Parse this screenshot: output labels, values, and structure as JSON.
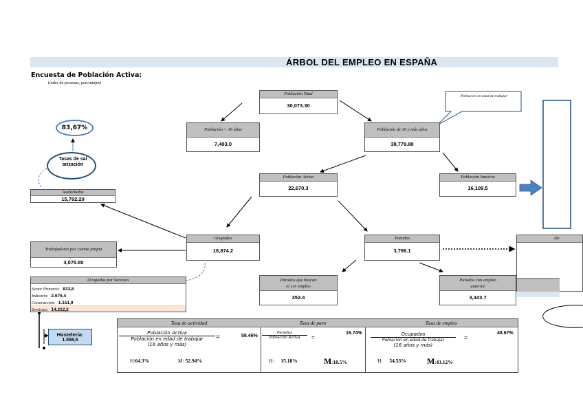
{
  "title": "ÁRBOL DEL EMPLEO EN ESPAÑA",
  "subtitle": "Encuesta de Población Activa:",
  "units": "(miles de personas, porcentajes)",
  "poblacion_total": {
    "label": "Población Total",
    "value": "30,073.30"
  },
  "menores_16": {
    "label": "Población < 16 años",
    "value": "7,403.0"
  },
  "mayores_16": {
    "label": "Población de 16 y más años",
    "value": "38,779.80"
  },
  "callout_edad": "Población en edad de trabajar",
  "poblacion_activa": {
    "label": "Población Activa",
    "value": "22,670.3"
  },
  "poblacion_inactiva": {
    "label": "Población Inactiva",
    "value": "16,109.5"
  },
  "ocupados": {
    "label": "Ocupados",
    "value": "18,874.2"
  },
  "parados": {
    "label": "Parados",
    "value": "3,796.1"
  },
  "parados_primer_empleo": {
    "label_1": "Parados que buscan",
    "label_2": "el 1er empleo",
    "value": "352.4"
  },
  "parados_con_empleo": {
    "label_1": "Parados con empleo",
    "label_2": "anterior",
    "value": "3,443.7"
  },
  "asalariados": {
    "label": "Asalariados",
    "value": "15,792.20"
  },
  "cuenta_propia": {
    "label": "Trabajadores por cuenta propia",
    "value": "3,075.80"
  },
  "sectores": {
    "label": "Ocupados por Sectores",
    "items": [
      {
        "name": "Sector Primario:",
        "value": "833,8"
      },
      {
        "name": "Industria:",
        "value": "2.676,4"
      },
      {
        "name": "Construcción:",
        "value": "1.151,9"
      },
      {
        "name": "Servicios:",
        "value": "14.212,2"
      }
    ]
  },
  "tasa_salarizacion": {
    "value": "83,67%",
    "label": "Tasas de salarización"
  },
  "hosteleria": {
    "label": "Hostelería:",
    "value": "1.558,5"
  },
  "right_partial_header": "De",
  "tasa_actividad": {
    "label": "Tasa de actividad",
    "numerator": "Población Activa",
    "denominator": "Población en edad de trabajar",
    "denominator_2": "(16 años y más)",
    "equals": "=",
    "value": "58.46%",
    "h_label": "H:",
    "h_value": "64.3%",
    "m_label": "M:",
    "m_value": "52.94%"
  },
  "tasa_paro": {
    "label": "Tasa de paro",
    "numerator": "Parados",
    "denominator": "Población Activa",
    "equals": "=",
    "value": "16.74%",
    "h_label": "H:",
    "h_value": "15.18%",
    "m_label": "M",
    "m_colon": ":",
    "m_value": "18.5%"
  },
  "tasa_empleo": {
    "label": "Tasa de empleo",
    "numerator": "Ocupados",
    "denominator": "Población en edad de trabajar",
    "denominator_2": "(16 años y más)",
    "equals": "=",
    "value": "48.67%",
    "h_label": "H:",
    "h_value": "54.53%",
    "m_label": "M",
    "m_colon": ":",
    "m_value": "43.12%"
  },
  "colors": {
    "title_bar": "#dce6f1",
    "header_gray": "#bfbfbf",
    "accent_blue": "#1f4e79",
    "arrow_blue": "#4f81bd",
    "servicios_bg": "#fbe5d6",
    "hosteleria_bg": "#c5d9f1"
  }
}
